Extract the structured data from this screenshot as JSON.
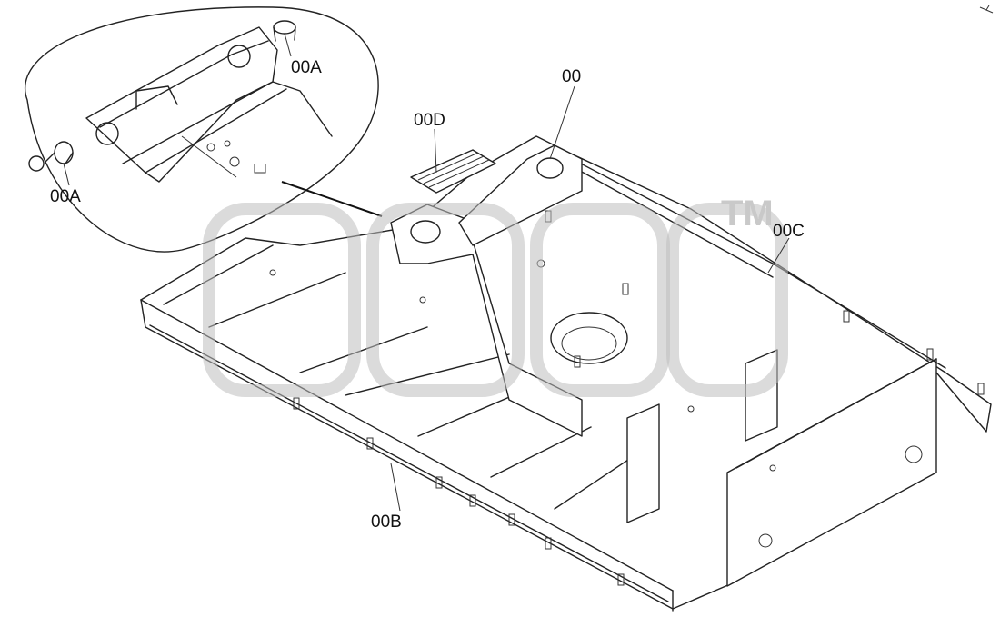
{
  "callouts": {
    "main_frame": "00",
    "pin_bushing_upper": "00A",
    "pin_bushing_lower": "00A",
    "left_side_frame": "00B",
    "right_side_frame": "00C",
    "step": "00D"
  },
  "watermark": {
    "text": "TM",
    "color": "#bdbdbd"
  },
  "colors": {
    "line": "#222222",
    "background": "#ffffff"
  }
}
